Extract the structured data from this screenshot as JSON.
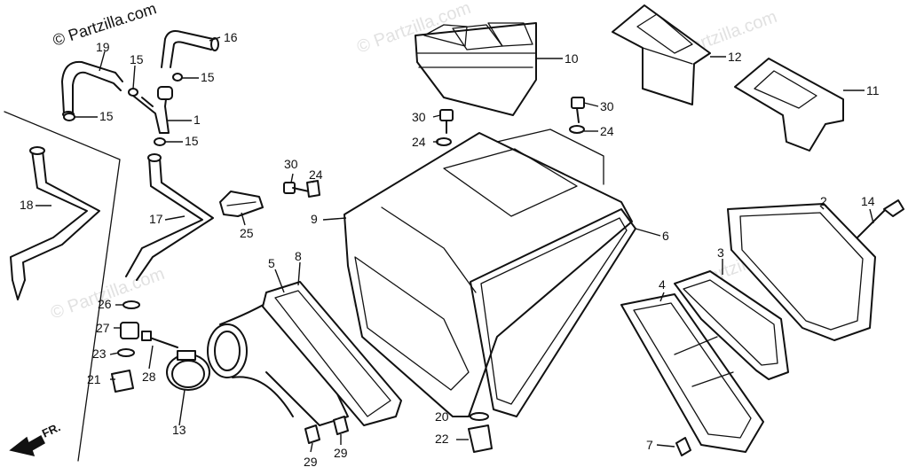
{
  "copyright": "© Partzilla.com",
  "watermark": "© Partzilla.com",
  "direction_label": "FR.",
  "callouts": [
    {
      "id": "c1",
      "text": "1"
    },
    {
      "id": "c2",
      "text": "2"
    },
    {
      "id": "c3",
      "text": "3"
    },
    {
      "id": "c4",
      "text": "4"
    },
    {
      "id": "c5",
      "text": "5"
    },
    {
      "id": "c6",
      "text": "6"
    },
    {
      "id": "c7",
      "text": "7"
    },
    {
      "id": "c8",
      "text": "8"
    },
    {
      "id": "c9",
      "text": "9"
    },
    {
      "id": "c10",
      "text": "10"
    },
    {
      "id": "c11",
      "text": "11"
    },
    {
      "id": "c12",
      "text": "12"
    },
    {
      "id": "c13",
      "text": "13"
    },
    {
      "id": "c14",
      "text": "14"
    },
    {
      "id": "c15a",
      "text": "15"
    },
    {
      "id": "c15b",
      "text": "15"
    },
    {
      "id": "c15c",
      "text": "15"
    },
    {
      "id": "c15d",
      "text": "15"
    },
    {
      "id": "c16",
      "text": "16"
    },
    {
      "id": "c17",
      "text": "17"
    },
    {
      "id": "c18",
      "text": "18"
    },
    {
      "id": "c19",
      "text": "19"
    },
    {
      "id": "c20",
      "text": "20"
    },
    {
      "id": "c21",
      "text": "21"
    },
    {
      "id": "c22",
      "text": "22"
    },
    {
      "id": "c23",
      "text": "23"
    },
    {
      "id": "c24a",
      "text": "24"
    },
    {
      "id": "c24b",
      "text": "24"
    },
    {
      "id": "c24c",
      "text": "24"
    },
    {
      "id": "c25",
      "text": "25"
    },
    {
      "id": "c26",
      "text": "26"
    },
    {
      "id": "c27",
      "text": "27"
    },
    {
      "id": "c28",
      "text": "28"
    },
    {
      "id": "c29a",
      "text": "29"
    },
    {
      "id": "c29b",
      "text": "29"
    },
    {
      "id": "c30a",
      "text": "30"
    },
    {
      "id": "c30b",
      "text": "30"
    },
    {
      "id": "c30c",
      "text": "30"
    }
  ]
}
